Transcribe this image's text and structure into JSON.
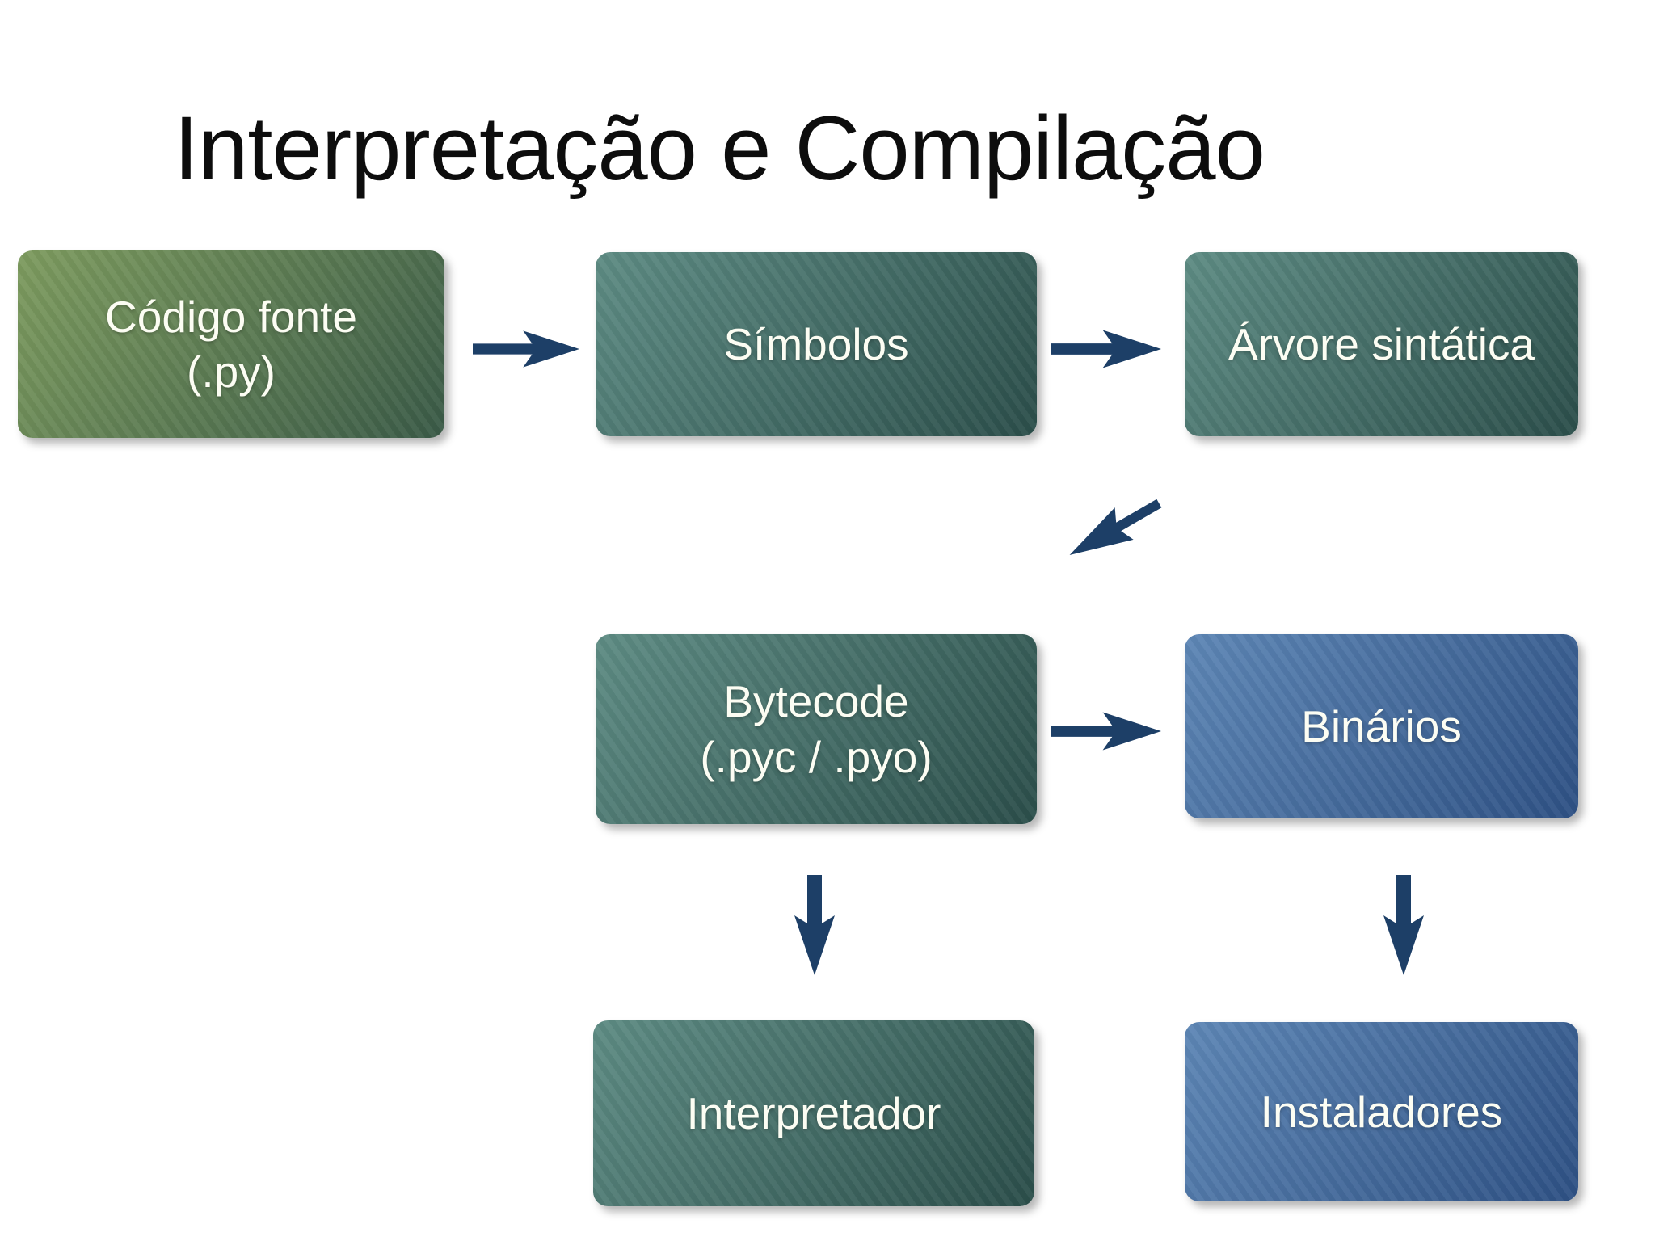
{
  "slide": {
    "title": "Interpretação e Compilação"
  },
  "nodes": [
    {
      "id": "codigo-fonte",
      "lines": [
        "Código fonte",
        "(.py)"
      ],
      "palette": "green"
    },
    {
      "id": "simbolos",
      "lines": [
        "Símbolos"
      ],
      "palette": "teal"
    },
    {
      "id": "arvore-sintatica",
      "lines": [
        "Árvore sintática"
      ],
      "palette": "teal"
    },
    {
      "id": "bytecode",
      "lines": [
        "Bytecode",
        "(.pyc / .pyo)"
      ],
      "palette": "teal"
    },
    {
      "id": "binarios",
      "lines": [
        "Binários"
      ],
      "palette": "blue"
    },
    {
      "id": "interpretador",
      "lines": [
        "Interpretador"
      ],
      "palette": "teal"
    },
    {
      "id": "instaladores",
      "lines": [
        "Instaladores"
      ],
      "palette": "blue"
    }
  ],
  "edges": [
    {
      "from": "codigo-fonte",
      "to": "simbolos",
      "direction": "right"
    },
    {
      "from": "simbolos",
      "to": "arvore-sintatica",
      "direction": "right"
    },
    {
      "from": "arvore-sintatica",
      "to": "bytecode",
      "direction": "down-left"
    },
    {
      "from": "bytecode",
      "to": "binarios",
      "direction": "right"
    },
    {
      "from": "bytecode",
      "to": "interpretador",
      "direction": "down"
    },
    {
      "from": "binarios",
      "to": "instaladores",
      "direction": "down"
    }
  ],
  "colors": {
    "background": "#ffffff",
    "title_text": "#0d0d0d",
    "box_text": "#fcfdf3",
    "arrow": "#1d3f67",
    "green_start": "#7e9c5f",
    "green_end": "#3a5a47",
    "teal_start": "#5e8c84",
    "teal_end": "#2b4e4a",
    "blue_start": "#5e87b6",
    "blue_end": "#2e5184"
  }
}
